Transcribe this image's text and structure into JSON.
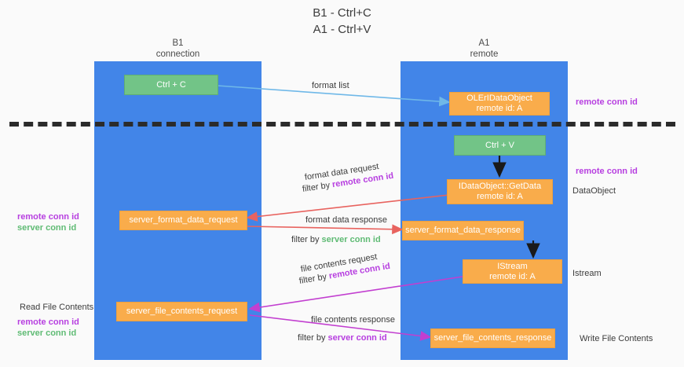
{
  "title": {
    "line1": "B1 - Ctrl+C",
    "line2": "A1 - Ctrl+V"
  },
  "columns": [
    {
      "name": "B1",
      "role": "connection"
    },
    {
      "name": "A1",
      "role": "remote"
    }
  ],
  "nodes": {
    "ctrl_c": {
      "line1": "Ctrl + C",
      "line2": ""
    },
    "ctrl_v": {
      "line1": "Ctrl + V",
      "line2": ""
    },
    "ole_dataobject": {
      "line1": "OLErIDataObject",
      "line2": "remote id: A"
    },
    "getdata": {
      "line1": "IDataObject::GetData",
      "line2": "remote id: A"
    },
    "istream": {
      "line1": "IStream",
      "line2": "remote id: A"
    },
    "server_format_data_request": {
      "line1": "server_format_data_request",
      "line2": ""
    },
    "server_format_data_response": {
      "line1": "server_format_data_response",
      "line2": ""
    },
    "server_file_contents_request": {
      "line1": "server_file_contents_request",
      "line2": ""
    },
    "server_file_contents_response": {
      "line1": "server_file_contents_response",
      "line2": ""
    }
  },
  "edge_labels": {
    "format_list": "format list",
    "format_data_request": "format data request",
    "format_data_request_filter_prefix": "filter by ",
    "format_data_request_filter_key": "remote conn id",
    "format_data_response": "format data response",
    "format_data_response_filter_prefix": "filter by ",
    "format_data_response_filter_key": "server conn id",
    "file_contents_request": "file contents request",
    "file_contents_request_filter_prefix": "filter by ",
    "file_contents_request_filter_key": "remote conn id",
    "file_contents_response": "file contents response",
    "file_contents_response_filter_prefix": "filter by ",
    "file_contents_response_filter_key": "server conn id"
  },
  "annotations": {
    "left_mid_remote": "remote conn id",
    "left_mid_server": "server conn id",
    "left_read_file_contents": "Read File Contents",
    "left_low_remote": "remote conn id",
    "left_low_server": "server conn id",
    "right_top_remote": "remote conn id",
    "right_mid_remote": "remote conn id",
    "right_dataobject": "DataObject",
    "right_istream": "Istream",
    "right_write_file_contents": "Write File Contents"
  },
  "colors": {
    "lane": "#4285e8",
    "green_node": "#72c487",
    "orange_node": "#f9ac4b",
    "purple_text": "#b73fe0",
    "green_text": "#5fbb74",
    "arrow_blue": "#6fb8e8",
    "arrow_red": "#e8635f",
    "arrow_magenta": "#c23fd0",
    "arrow_black": "#1a1a1a",
    "background": "#fafafa"
  }
}
